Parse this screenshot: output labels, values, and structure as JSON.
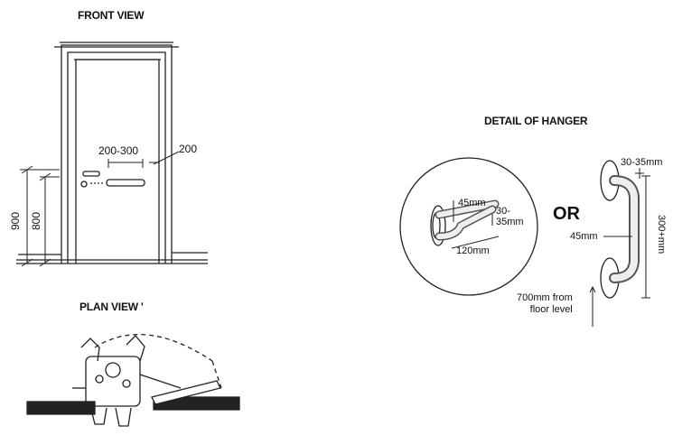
{
  "front_view": {
    "heading": "FRONT VIEW",
    "dim_spacing": "200-300",
    "dim_edge": "200",
    "dim_900": "900",
    "dim_800": "800"
  },
  "plan_view": {
    "heading": "PLAN VIEW '"
  },
  "hanger_detail": {
    "heading": "DETAIL OF HANGER",
    "or_label": "OR",
    "hook": {
      "depth": "45mm",
      "diameter": "30-\n35mm",
      "length": "120mm"
    },
    "rail": {
      "diameter": "30-35mm",
      "projection": "45mm",
      "length": "300+mm",
      "height_note": "700mm from\nfloor level"
    }
  }
}
